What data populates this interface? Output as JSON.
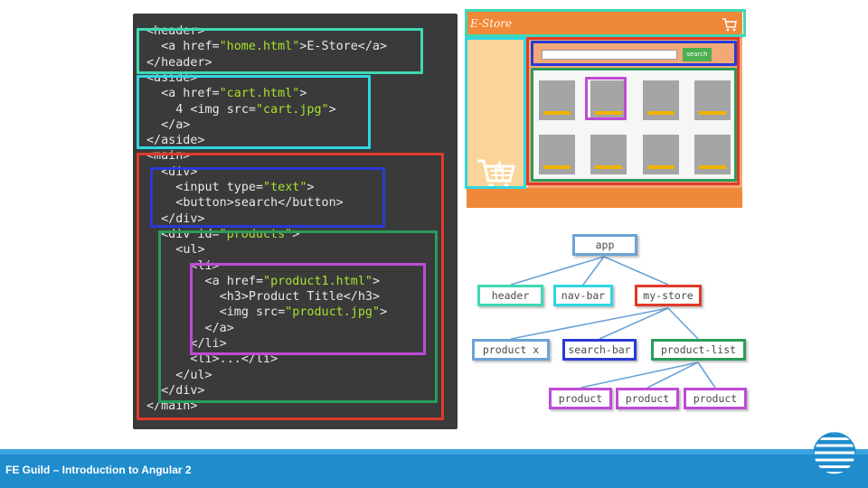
{
  "code_lines": [
    {
      "i": "",
      "parts": [
        {
          "c": "t",
          "x": "<header>"
        }
      ]
    },
    {
      "i": "  ",
      "parts": [
        {
          "c": "t",
          "x": "<a href="
        },
        {
          "c": "s",
          "x": "\"home.html\""
        },
        {
          "c": "t",
          "x": ">E-Store</a>"
        }
      ]
    },
    {
      "i": "",
      "parts": [
        {
          "c": "t",
          "x": "</header>"
        }
      ]
    },
    {
      "i": "",
      "parts": [
        {
          "c": "t",
          "x": "<aside>"
        }
      ]
    },
    {
      "i": "  ",
      "parts": [
        {
          "c": "t",
          "x": "<a href="
        },
        {
          "c": "s",
          "x": "\"cart.html\""
        },
        {
          "c": "t",
          "x": ">"
        }
      ]
    },
    {
      "i": "    ",
      "parts": [
        {
          "c": "t",
          "x": "4 <img src="
        },
        {
          "c": "s",
          "x": "\"cart.jpg\""
        },
        {
          "c": "t",
          "x": ">"
        }
      ]
    },
    {
      "i": "  ",
      "parts": [
        {
          "c": "t",
          "x": "</a>"
        }
      ]
    },
    {
      "i": "",
      "parts": [
        {
          "c": "t",
          "x": "</aside>"
        }
      ]
    },
    {
      "i": "",
      "parts": [
        {
          "c": "t",
          "x": "<main>"
        }
      ]
    },
    {
      "i": "  ",
      "parts": [
        {
          "c": "t",
          "x": "<div>"
        }
      ]
    },
    {
      "i": "    ",
      "parts": [
        {
          "c": "t",
          "x": "<input type="
        },
        {
          "c": "s",
          "x": "\"text\""
        },
        {
          "c": "t",
          "x": ">"
        }
      ]
    },
    {
      "i": "    ",
      "parts": [
        {
          "c": "t",
          "x": "<button>search</button>"
        }
      ]
    },
    {
      "i": "  ",
      "parts": [
        {
          "c": "t",
          "x": "</div>"
        }
      ]
    },
    {
      "i": "  ",
      "parts": [
        {
          "c": "t",
          "x": "<div id="
        },
        {
          "c": "s",
          "x": "\"products\""
        },
        {
          "c": "t",
          "x": ">"
        }
      ]
    },
    {
      "i": "    ",
      "parts": [
        {
          "c": "t",
          "x": "<ul>"
        }
      ]
    },
    {
      "i": "      ",
      "parts": [
        {
          "c": "t",
          "x": "<li>"
        }
      ]
    },
    {
      "i": "        ",
      "parts": [
        {
          "c": "t",
          "x": "<a href="
        },
        {
          "c": "s",
          "x": "\"product1.html\""
        },
        {
          "c": "t",
          "x": ">"
        }
      ]
    },
    {
      "i": "          ",
      "parts": [
        {
          "c": "t",
          "x": "<h3>Product Title</h3>"
        }
      ]
    },
    {
      "i": "          ",
      "parts": [
        {
          "c": "t",
          "x": "<img src="
        },
        {
          "c": "s",
          "x": "\"product.jpg\""
        },
        {
          "c": "t",
          "x": ">"
        }
      ]
    },
    {
      "i": "        ",
      "parts": [
        {
          "c": "t",
          "x": "</a>"
        }
      ]
    },
    {
      "i": "      ",
      "parts": [
        {
          "c": "t",
          "x": "</li>"
        }
      ]
    },
    {
      "i": "      ",
      "parts": [
        {
          "c": "t",
          "x": "<li>...</li>"
        }
      ]
    },
    {
      "i": "    ",
      "parts": [
        {
          "c": "t",
          "x": "</ul>"
        }
      ]
    },
    {
      "i": "  ",
      "parts": [
        {
          "c": "t",
          "x": "</div>"
        }
      ]
    },
    {
      "i": "",
      "parts": [
        {
          "c": "t",
          "x": "</main>"
        }
      ]
    }
  ],
  "store": {
    "logo": "E-Store",
    "search_button": "search",
    "cart_count": "4"
  },
  "tree": {
    "app": "app",
    "header": "header",
    "nav_bar": "nav-bar",
    "my_store": "my-store",
    "product_x": "product x",
    "search_bar": "search-bar",
    "product_list": "product-list",
    "product_1": "product",
    "product_2": "product",
    "product_3": "product"
  },
  "colors": {
    "header": "#3fd8b4",
    "aside": "#2fd6e0",
    "main": "#e03a2a",
    "search": "#2a3ad6",
    "products": "#2a9c5a",
    "product": "#c04ad6",
    "app": "#6ba3d6",
    "product_x": "#6ba3d6"
  },
  "footer": {
    "title": "FE Guild – Introduction to Angular 2"
  }
}
